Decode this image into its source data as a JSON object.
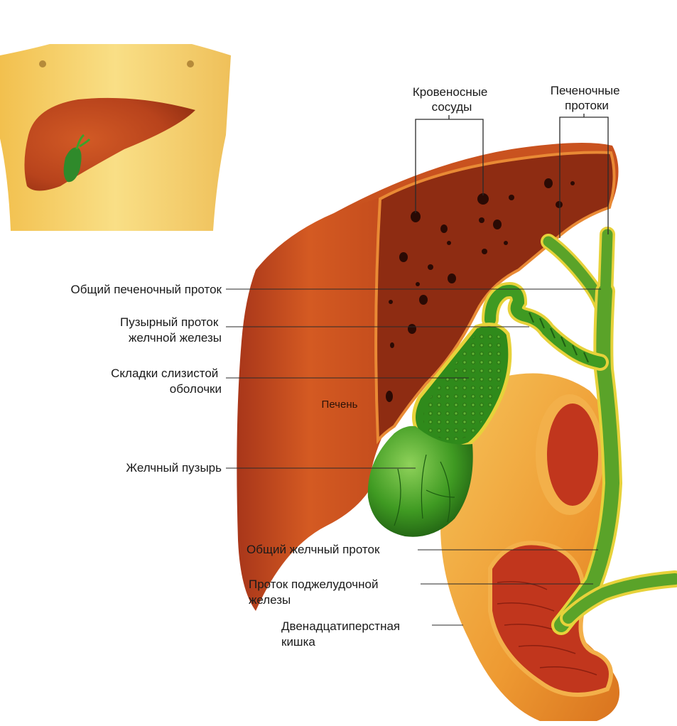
{
  "labels": {
    "blood_vessels": [
      "Кровеносные",
      "сосуды"
    ],
    "hepatic_ducts": [
      "Печеночные",
      "протоки"
    ],
    "common_hepatic_duct": [
      "Общий печеночный проток"
    ],
    "cystic_duct": [
      "Пузырный проток",
      "желчной железы"
    ],
    "mucosal_folds": [
      "Складки слизистой",
      "оболочки"
    ],
    "liver": [
      "Печень"
    ],
    "gallbladder": [
      "Желчный пузырь"
    ],
    "common_bile_duct": [
      "Общий желчный проток"
    ],
    "pancreatic_duct": [
      "Проток поджелудочной",
      "железы"
    ],
    "duodenum": [
      "Двенадцатиперстная",
      "кишка"
    ]
  },
  "colors": {
    "liver": "#b8431c",
    "liver_dark": "#7a2410",
    "liver_cut": "#8e2c12",
    "gallbladder": "#3f9a22",
    "bile_duct": "#5aa329",
    "duodenum": "#f0a23a",
    "duodenum_inner": "#c1361d",
    "torso": "#f6d36b"
  }
}
